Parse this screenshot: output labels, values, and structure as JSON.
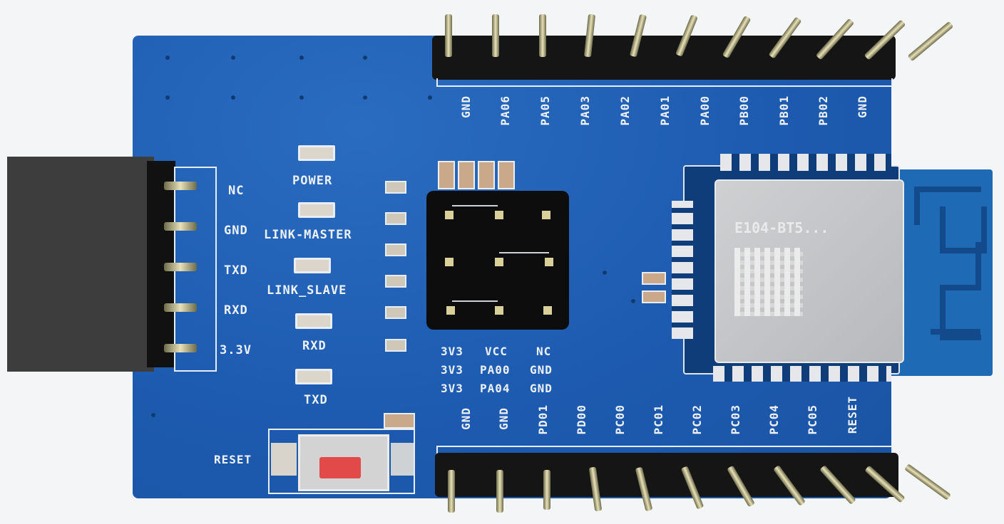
{
  "scene": {
    "description": "Blue PCB test board for a BLE module with pin headers, status LEDs, jumper block and reset button",
    "colors": {
      "background": "#f4f5f6",
      "pcb": "#1f5fb4",
      "silkscreen": "#eef2f8",
      "header": "#151515",
      "reset_cap": "#e24a4a",
      "shield_can": "#c4c5c7"
    }
  },
  "left_connector": {
    "pins": [
      "NC",
      "GND",
      "TXD",
      "RXD",
      "3.3V"
    ]
  },
  "leds": [
    {
      "label": "POWER"
    },
    {
      "label": "LINK-MASTER"
    },
    {
      "label": "LINK_SLAVE"
    },
    {
      "label": "RXD"
    },
    {
      "label": "TXD"
    }
  ],
  "top_header": {
    "pins": [
      "GND",
      "PA06",
      "PA05",
      "PA03",
      "PA02",
      "PA01",
      "PA00",
      "PB00",
      "PB01",
      "PB02",
      "GND"
    ]
  },
  "bottom_header": {
    "pins": [
      "GND",
      "GND",
      "PD01",
      "PD00",
      "PC00",
      "PC01",
      "PC02",
      "PC03",
      "PC04",
      "PC05",
      "RESET"
    ]
  },
  "jumper_table": {
    "rows": [
      [
        "3V3",
        "VCC",
        "NC"
      ],
      [
        "3V3",
        "PA00",
        "GND"
      ],
      [
        "3V3",
        "PA04",
        "GND"
      ]
    ]
  },
  "module": {
    "model_text": "E104-BT5..."
  },
  "reset": {
    "label": "RESET"
  }
}
